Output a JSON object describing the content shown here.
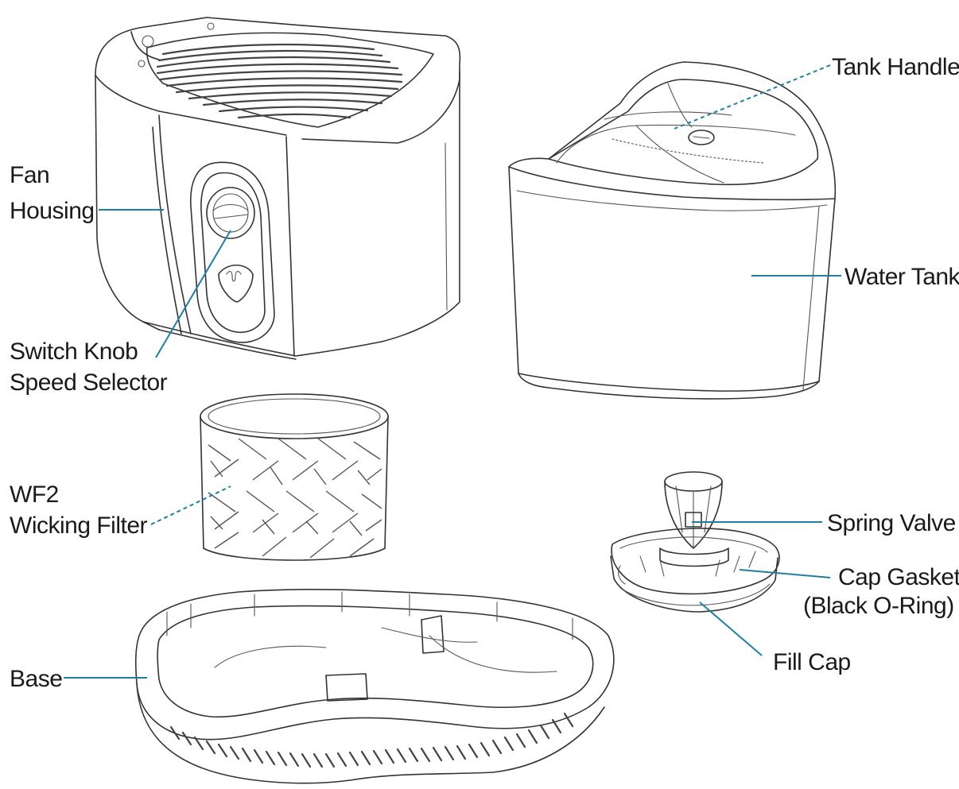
{
  "diagram": {
    "colors": {
      "leader": "#1e7fa0",
      "outline": "#333333",
      "label": "#1a1a1a"
    },
    "labels": {
      "fan_housing_line1": "Fan",
      "fan_housing_line2": "Housing",
      "switch_knob_line1": "Switch Knob",
      "switch_knob_line2": "Speed Selector",
      "wicking_filter_line1": "WF2",
      "wicking_filter_line2": "Wicking Filter",
      "base": "Base",
      "tank_handle": "Tank Handle",
      "water_tank": "Water Tank",
      "spring_valve": "Spring Valve",
      "cap_gasket_line1": "Cap Gasket",
      "cap_gasket_line2": "(Black O-Ring)",
      "fill_cap": "Fill Cap"
    }
  }
}
